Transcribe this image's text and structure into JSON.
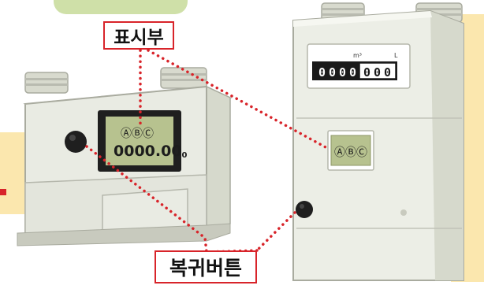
{
  "header_tag": "",
  "labels": {
    "display": "표시부",
    "reset_button": "복귀버튼"
  },
  "digital_meter": {
    "indicators": "ⒶⒷⒸ",
    "reading": "0000.00",
    "reading_subscript": "0"
  },
  "mechanical_meter": {
    "unit_m3": "m³",
    "unit_l": "L",
    "counter_digits": [
      "0",
      "0",
      "0",
      "0"
    ],
    "counter_decimal_digits": [
      "0",
      "0",
      "0"
    ],
    "indicators": "ⒶⒷⒸ"
  },
  "colors": {
    "callout_red": "#d8242a",
    "highlight_yellow": "#fbe7ae",
    "lcd_green": "#b7c28f",
    "meter_body": "#eceee6"
  }
}
